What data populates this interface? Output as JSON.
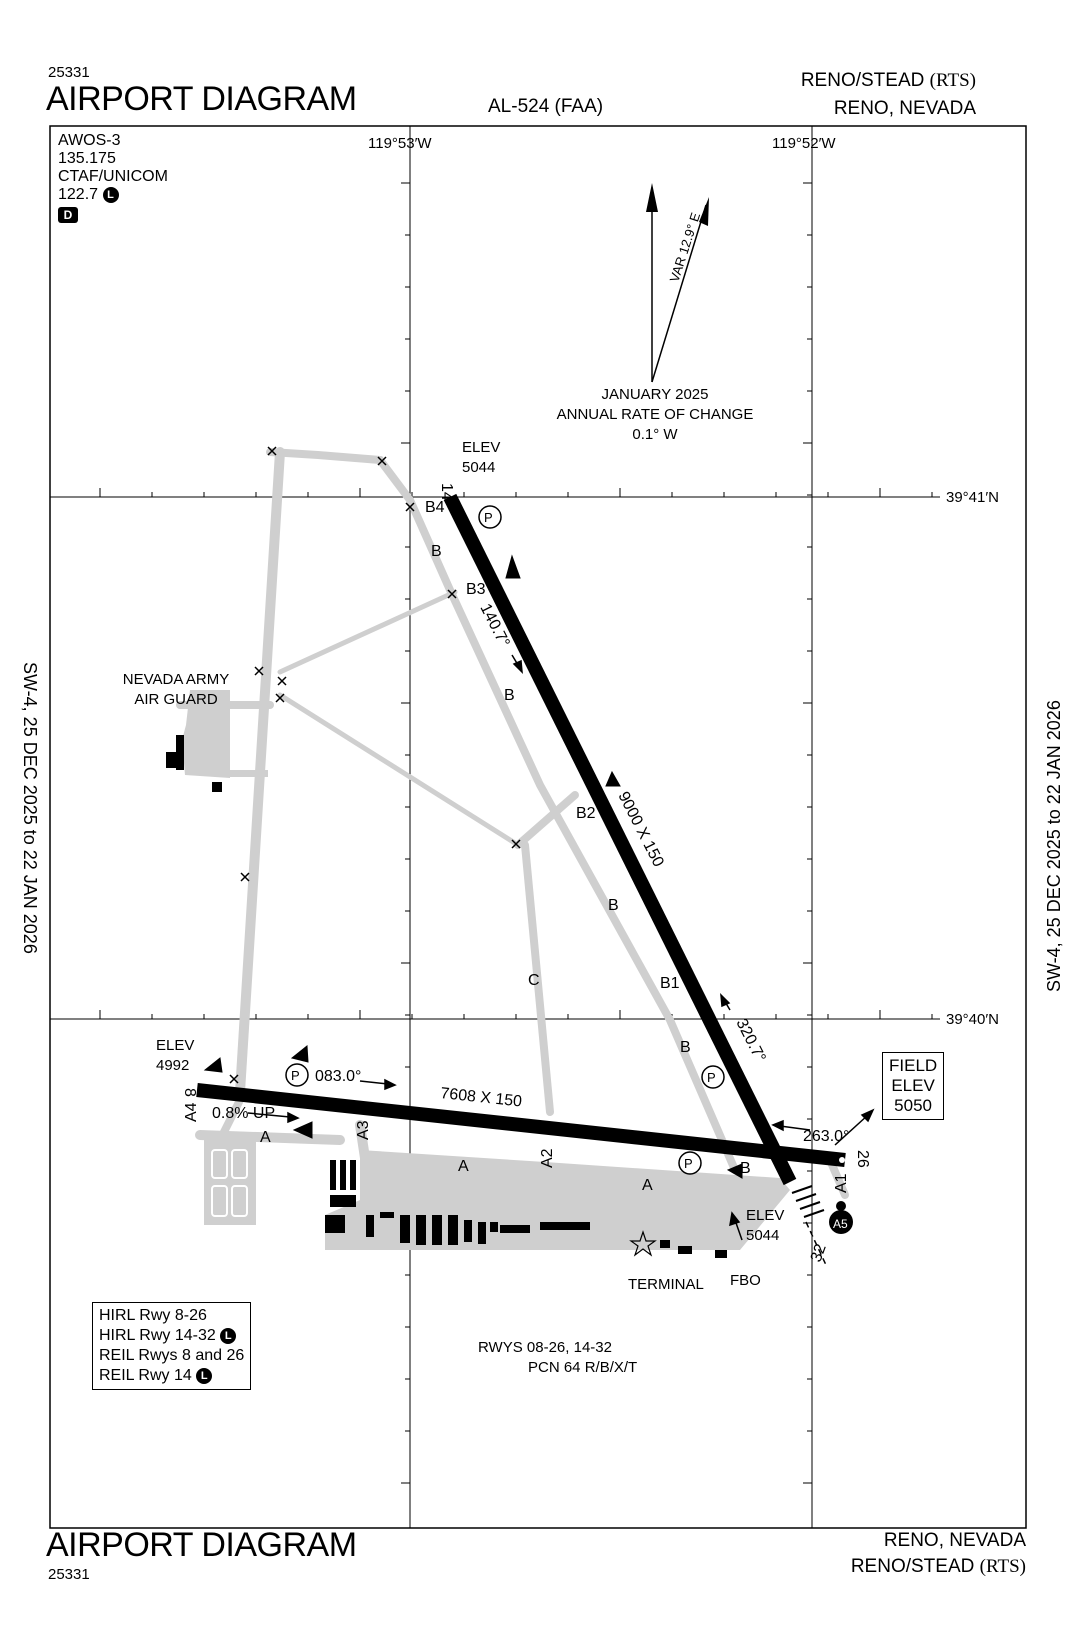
{
  "header": {
    "chart_number": "25331",
    "title": "AIRPORT DIAGRAM",
    "procedure_id": "AL-524 (FAA)",
    "airport_name": "RENO/STEAD",
    "airport_code": "(RTS)",
    "city_state": "RENO, NEVADA"
  },
  "footer": {
    "chart_number": "25331",
    "title": "AIRPORT DIAGRAM",
    "city_state": "RENO, NEVADA",
    "airport_name": "RENO/STEAD",
    "airport_code": "(RTS)"
  },
  "margins": {
    "left_text": "SW-4,  25 DEC 2025  to  22 JAN 2026",
    "right_text": "SW-4,  25 DEC 2025  to  22 JAN 2026"
  },
  "comms": {
    "awos_label": "AWOS-3",
    "awos_freq": "135.175",
    "ctaf_label": "CTAF/UNICOM",
    "ctaf_freq": "122.7",
    "ctaf_badge": "L",
    "d_badge": "D"
  },
  "coordinates": {
    "lon_left": "119°53′W",
    "lon_right": "119°52′W",
    "lat_top": "39°41′N",
    "lat_bottom": "39°40′N"
  },
  "magnetic": {
    "variation": "VAR 12.9°  E",
    "line1": "JANUARY 2025",
    "line2": "ANNUAL RATE OF CHANGE",
    "line3": "0.1° W"
  },
  "runways": {
    "rwy14_end": "14",
    "rwy32_end": "32",
    "rwy8_end": "8",
    "rwy26_end": "26",
    "rwy14_32_dims": "9000 X 150",
    "rwy8_26_dims": "7608 X 150",
    "heading_140": "140.7°",
    "heading_320": "320.7°",
    "heading_083": "083.0°",
    "heading_263": "263.0°",
    "slope": "0.8% UP",
    "elev_label": "ELEV",
    "elev_14": "5044",
    "elev_8": "4992",
    "elev_32": "5044"
  },
  "field_elev": {
    "line1": "FIELD",
    "line2": "ELEV",
    "value": "5050"
  },
  "taxiways": {
    "b": "B",
    "b1": "B1",
    "b2": "B2",
    "b3": "B3",
    "b4": "B4",
    "a": "A",
    "a1": "A1",
    "a2": "A2",
    "a3": "A3",
    "a4": "A4",
    "a5": "A5",
    "c": "C"
  },
  "facilities": {
    "guard_line1": "NEVADA ARMY",
    "guard_line2": "AIR GUARD",
    "terminal": "TERMINAL",
    "fbo": "FBO",
    "parking": "P"
  },
  "lighting": {
    "line1": "HIRL Rwy 8-26",
    "line2": "HIRL Rwy 14-32",
    "line3": "REIL Rwys 8 and 26",
    "line4": "REIL Rwy 14",
    "badge": "L"
  },
  "pcn": {
    "line1": "RWYS 08-26, 14-32",
    "line2": "PCN 64 R/B/X/T"
  }
}
